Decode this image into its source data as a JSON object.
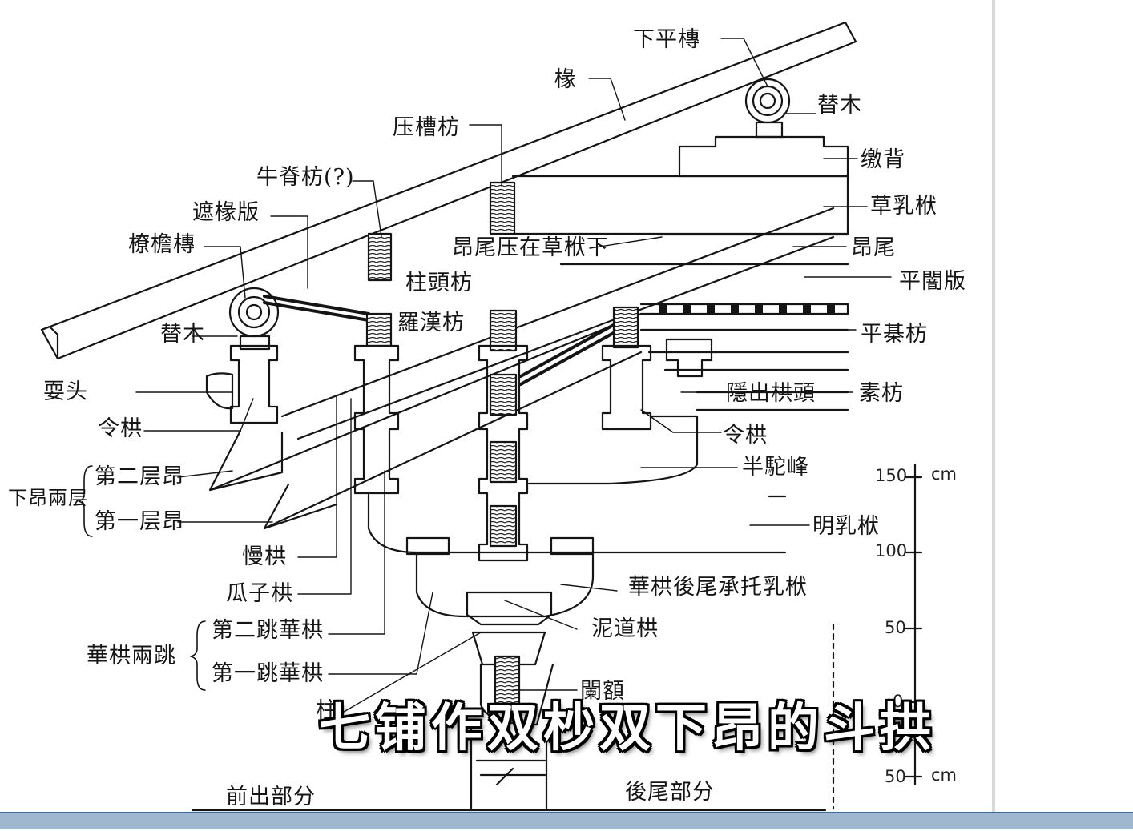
{
  "labels": {
    "xia_ping_tuan": "下平槫",
    "chuan": "椽",
    "ti_mu_top": "替木",
    "ya_cao_fang": "压槽枋",
    "tuo_bei": "缴背",
    "niu_ji_fang": "牛脊枋(?)",
    "zhe_chuan_ban": "遮椽版",
    "hua_ru_fu": "草乳栿",
    "liao_yan_tuan": "橑檐槫",
    "ang_wei_ya": "昂尾压在草栿下",
    "ang_wei": "昂尾",
    "zhu_tou_fang": "柱頭枋",
    "ping_an_ban": "平闇版",
    "ti_mu_left": "替木",
    "luo_han_fang": "羅漢枋",
    "ping_qi_fang": "平棊枋",
    "shua_tou": "耍头",
    "su_fang": "素枋",
    "yin_chu_gong_tou": "隱出栱頭",
    "ling_gong_left": "令栱",
    "ling_gong_right": "令栱",
    "ban_tuo_feng": "半駝峰",
    "di_er_ceng_ang": "第二层昂",
    "xia_ang_liang_ceng": "下昂兩层",
    "di_yi_ceng_ang": "第一层昂",
    "ming_ru_fu": "明乳栿",
    "man_gong": "慢栱",
    "gua_zi_gong": "瓜子栱",
    "hua_gong_hou_wei": "華栱後尾承托乳栿",
    "di_er_tiao": "第二跳華栱",
    "hua_gong_liang_tiao": "華栱兩跳",
    "ni_dao_gong": "泥道栱",
    "di_yi_tiao": "第一跳華栱",
    "lan_e": "闌額",
    "zhu": "柱",
    "qian_chu": "前出部分",
    "hou_wei": "後尾部分"
  },
  "scale": {
    "t150": "150",
    "t100": "100",
    "t50": "50",
    "t0": "0",
    "tneg50": "50",
    "unit_top": "cm",
    "unit_bottom": "cm"
  },
  "caption": "七铺作双杪双下昂的斗拱",
  "colors": {
    "ink": "#151515",
    "paper": "#ffffff",
    "caption_fill": "#ffffff",
    "caption_outline": "#000000",
    "bar": "#9fb8cf"
  }
}
